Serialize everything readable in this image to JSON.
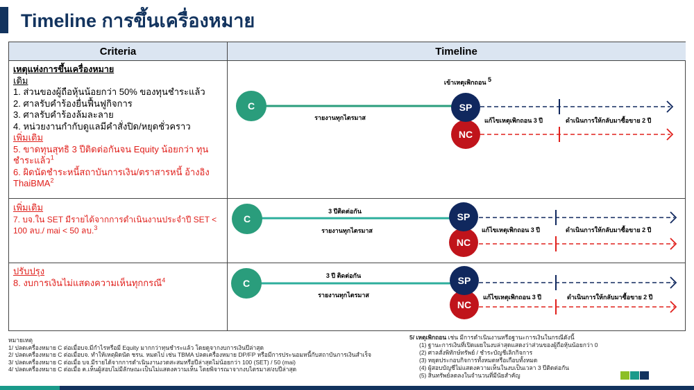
{
  "title": "Timeline การขึ้นเครื่องหมาย",
  "table": {
    "headers": {
      "criteria": "Criteria",
      "timeline": "Timeline"
    },
    "row1": {
      "heading": "เหตุแห่งการขึ้นเครื่องหมาย",
      "original_label": "เดิม",
      "items": [
        "1. ส่วนของผู้ถือหุ้นน้อยกว่า 50% ของทุนชำระแล้ว",
        "2. ศาลรับคำร้องยื่นฟื้นฟูกิจการ",
        "3. ศาลรับคำร้องล้มละลาย",
        "4. หน่วยงานกำกับดูแลมีคำสั่งปิด/หยุดชั่วคราว"
      ],
      "added_label": "เพิ่มเติม",
      "added_items": [
        {
          "text": "5. ขาดทุนสุทธิ 3 ปีติดต่อกันจน Equity น้อยกว่า",
          "text2": "ทุนชำระแล้ว",
          "sup": "1"
        },
        {
          "text": "6. ผิดนัดชำระหนี้สถาบันการเงิน/ตราสารหนี้ อ้างอิง",
          "text2": "ThaiBMA",
          "sup": "2"
        }
      ],
      "timeline": {
        "c": "C",
        "sp": "SP",
        "nc": "NC",
        "top_label": "เข้าเหตุเพิกถอน",
        "top_sup": "5",
        "report": "รายงานทุกไตรมาส",
        "fix": "แก้ไขเหตุเพิกถอน 3 ปี",
        "resume": "ดำเนินการให้กลับมาซื้อขาย 2 ปี"
      }
    },
    "row2": {
      "label": "เพิ่มเติม",
      "text": "7. บจ.ใน SET มีรายได้จากการดำเนินงานประจำปี SET < 100",
      "text2": "ลบ./ mai < 50 ลบ.",
      "sup": "3",
      "timeline": {
        "c": "C",
        "sp": "SP",
        "nc": "NC",
        "top_label": "3 ปีติดต่อกัน",
        "report": "รายงานทุกไตรมาส",
        "fix": "แก้ไขเหตุเพิกถอน 3 ปี",
        "resume": "ดำเนินการให้กลับมาซื้อขาย 2 ปี"
      }
    },
    "row3": {
      "label": "ปรับปรุง",
      "text": "8. งบการเงินไม่แสดงความเห็นทุกกรณี",
      "sup": "4",
      "timeline": {
        "c": "C",
        "sp": "SP",
        "nc": "NC",
        "top_label": "3 ปี ติดต่อกัน",
        "report": "รายงานทุกไตรมาส",
        "fix": "แก้ไขเหตุเพิกถอน 3 ปี",
        "resume": "ดำเนินการให้กลับมาซื้อขาย 2 ปี"
      }
    }
  },
  "notes": {
    "heading": "หมายเหตุ",
    "items": [
      "1/ ปลดเครื่องหมาย C ต่อเมื่อบจ.มีกำไรหรือมี Equity มากกว่าทุนชำระแล้ว โดยดูจากงบการเงินปีล่าสุด",
      "2/ ปลดเครื่องหมาย C ต่อเมื่อบจ. ทำให้เหตุผิดนัด ชรน. หมดไป เช่น TBMA ปลดเครื่องหมาย DP/FP หรือมีการประนอมหนี้กับสถาบันการเงินสำเร็จ",
      "3/ ปลดเครื่องหมาย C ต่อเมื่อ บจ.มีรายได้จากการดำเนินงานงวดสะสมหรือปีล่าสุดไม่น้อยกว่า 100 (SET) / 50 (mai)",
      "4/ ปลดเครื่องหมาย C ต่อเมื่อ ค.เห็นผู้สอบไม่มีลักษณะเป็นไม่แสดงความเห็น โดยพิจารณาจากงบไตรมาส/งบปีล่าสุด"
    ],
    "note5_head": "5/ เหตุเพิกถอน",
    "note5_rest": " เช่น มีการดำเนินงานหรือฐานะการเงินในกรณีดังนี้",
    "note5_items": [
      "(1) ฐานะการเงินที่เปิดเผยในงบล่าสุดแสดงว่าส่วนของผู้ถือหุ้นน้อยกว่า 0",
      "(2) ศาลสั่งพิทักษ์ทรัพย์ / ชำระบัญชีเลิกกิจการ",
      "(3) หยุดประกอบกิจการทั้งหมดหรือเกือบทั้งหมด",
      "(4) ผู้สอบบัญชีไม่แสดงความเห็นในงบเป็นเวลา 3 ปีติดต่อกัน",
      "(5) สินทรัพย์ลดลงในจำนวนที่มีนัยสำคัญ"
    ]
  },
  "colors": {
    "navy": "#10285e",
    "red": "#e0201c",
    "teal": "#2a9d7c",
    "green": "#8cbf26"
  }
}
